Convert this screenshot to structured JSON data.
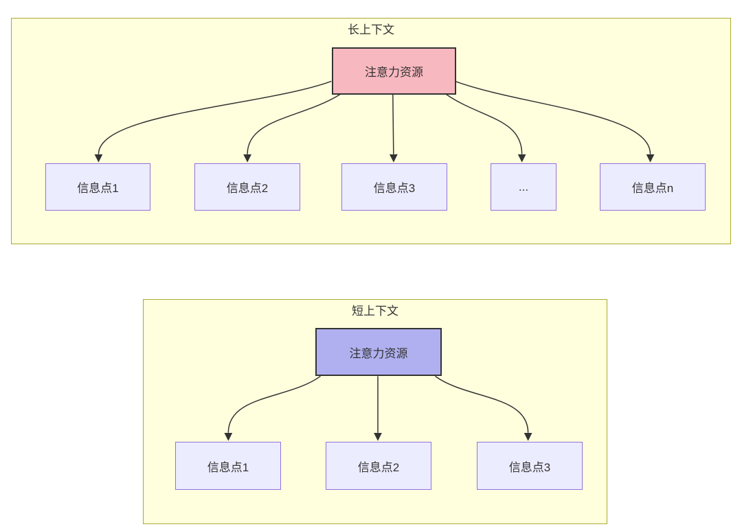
{
  "diagram": {
    "type": "flowchart",
    "colors": {
      "cluster_fill": "#ffffde",
      "cluster_border": "#aaaa33",
      "info_node_fill": "#ececff",
      "info_node_border": "#9370db",
      "attention_long_fill": "#f8b8c0",
      "attention_short_fill": "#b0b0f0",
      "attention_border": "#333333",
      "arrow_color": "#333333",
      "text_color": "#333333"
    },
    "long_context": {
      "title": "长上下文",
      "attention": {
        "label": "注意力资源"
      },
      "nodes": [
        {
          "label": "信息点1"
        },
        {
          "label": "信息点2"
        },
        {
          "label": "信息点3"
        },
        {
          "label": "..."
        },
        {
          "label": "信息点n"
        }
      ]
    },
    "short_context": {
      "title": "短上下文",
      "attention": {
        "label": "注意力资源"
      },
      "nodes": [
        {
          "label": "信息点1"
        },
        {
          "label": "信息点2"
        },
        {
          "label": "信息点3"
        }
      ]
    }
  }
}
